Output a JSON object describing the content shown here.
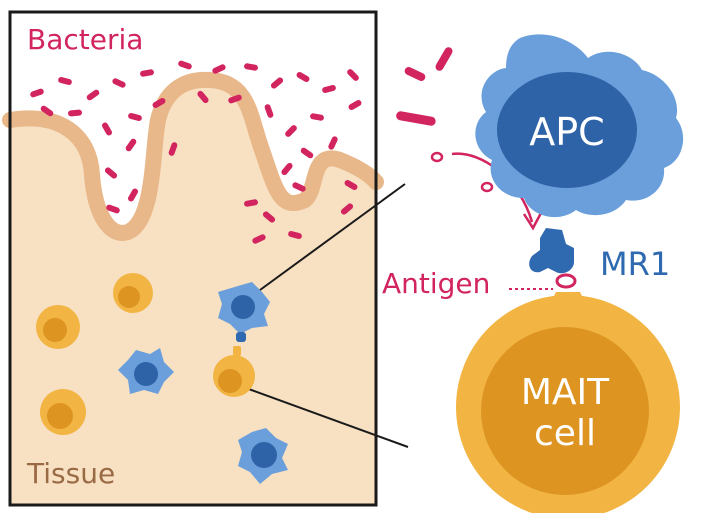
{
  "labels": {
    "bacteria": "Bacteria",
    "tissue": "Tissue",
    "apc": "APC",
    "mr1": "MR1",
    "antigen": "Antigen",
    "mait_line1": "MAIT",
    "mait_line2": "cell"
  },
  "colors": {
    "bacteria": "#d2245f",
    "tissue_fill": "#f8e0c2",
    "tissue_edge": "#e8b88a",
    "tissue_text": "#9a6a45",
    "apc_outer": "#6a9fdb",
    "apc_nucleus": "#2f63a8",
    "mr1": "#2f69b0",
    "mait_cell": "#f2b544",
    "mait_nucleus": "#dd9420",
    "frame": "#1a1a1a"
  }
}
